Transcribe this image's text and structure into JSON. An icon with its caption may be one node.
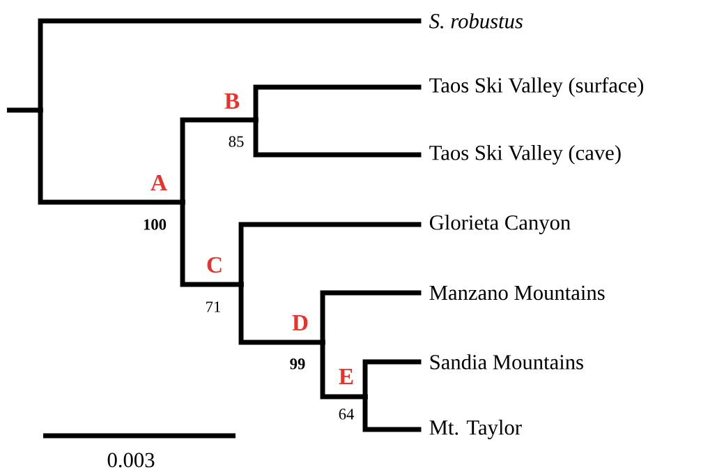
{
  "diagram": {
    "nodes": [
      {
        "text": [],
        "shape": "point"
      },
      {
        "text": [
          "*S. robustus*"
        ]
      },
      {
        "text": [
          "A"
        ],
        "beside": [
          "**100**"
        ]
      },
      {
        "text": [
          "B"
        ],
        "beside": [
          "85"
        ]
      },
      {
        "text": [
          "Taos Ski Valley (surface)"
        ]
      },
      {
        "text": [
          "Taos Ski Valley (cave)"
        ]
      },
      {
        "text": [
          "C"
        ],
        "beside": [
          "71"
        ]
      },
      {
        "text": [
          "Glorieta Canyon"
        ]
      },
      {
        "text": [
          "D"
        ],
        "beside": [
          "**99**"
        ]
      },
      {
        "text": [
          "Manzano Mountains"
        ]
      },
      {
        "text": [
          "E"
        ],
        "beside": [
          "64"
        ]
      },
      {
        "text": [
          "Sandia Mountains"
        ]
      },
      {
        "text": [
          "Mt. Taylor"
        ]
      }
    ],
    "edges": [
      {
        "from": null,
        "to": 0,
        "arrow": "none"
      },
      {
        "from": 0,
        "to": 1,
        "arrow": "none"
      },
      {
        "from": 0,
        "to": 2,
        "arrow": "none"
      },
      {
        "from": 2,
        "to": 3,
        "arrow": "none"
      },
      {
        "from": 3,
        "to": 4,
        "arrow": "none"
      },
      {
        "from": 3,
        "to": 5,
        "arrow": "none"
      },
      {
        "from": 2,
        "to": 6,
        "arrow": "none"
      },
      {
        "from": 6,
        "to": 7,
        "arrow": "none"
      },
      {
        "from": 6,
        "to": 8,
        "arrow": "none"
      },
      {
        "from": 8,
        "to": 9,
        "arrow": "none"
      },
      {
        "from": 8,
        "to": 10,
        "arrow": "none"
      },
      {
        "from": 10,
        "to": 11,
        "arrow": "none"
      },
      {
        "from": 10,
        "to": 12,
        "arrow": "none"
      }
    ],
    "labels": [
      "0.003"
    ]
  }
}
